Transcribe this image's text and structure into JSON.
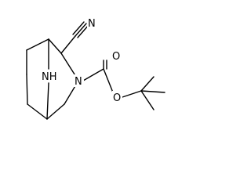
{
  "molecule": {
    "atoms": {
      "nitrile_n": "N",
      "bridge_nh": "NH",
      "ring_n": "N",
      "carbonyl_o": "O",
      "ester_o": "O"
    }
  }
}
